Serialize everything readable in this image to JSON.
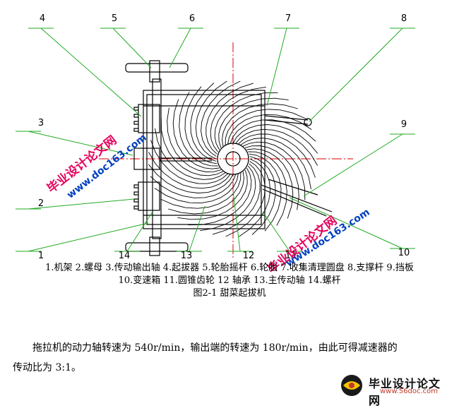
{
  "figure": {
    "callouts": [
      "4",
      "5",
      "6",
      "7",
      "8",
      "3",
      "9",
      "2",
      "1",
      "14",
      "13",
      "12",
      "11",
      "10"
    ],
    "legend_line1": "1.机架 2.螺母 3.传动输出轴 4.起拔器 5.轮胎摇杆 6.轮胎 7.收集清理圆盘 8.支撑杆 9.挡板",
    "legend_line2": "10.变速箱 11.圆锥齿轮 12 轴承 13.主传动轴 14.螺杆",
    "caption": "图2-1 甜菜起拔机"
  },
  "body": {
    "paragraph_line1": "拖拉机的动力轴转速为 540r/min，输出端的转速为 180r/min，由此可得减速器的",
    "paragraph_line2": "传动比为 3:1。"
  },
  "watermarks": {
    "site_title": "毕业设计论文网",
    "site_url": "www.doc163.com",
    "logo_title": "毕业设计论文网",
    "logo_url": "www.56doc.com"
  },
  "colors": {
    "drawing": "#000000",
    "callout_line": "#22aa22",
    "center_line": "#dd0000",
    "watermark_red": "#e6005c",
    "watermark_blue": "#0040c0"
  }
}
